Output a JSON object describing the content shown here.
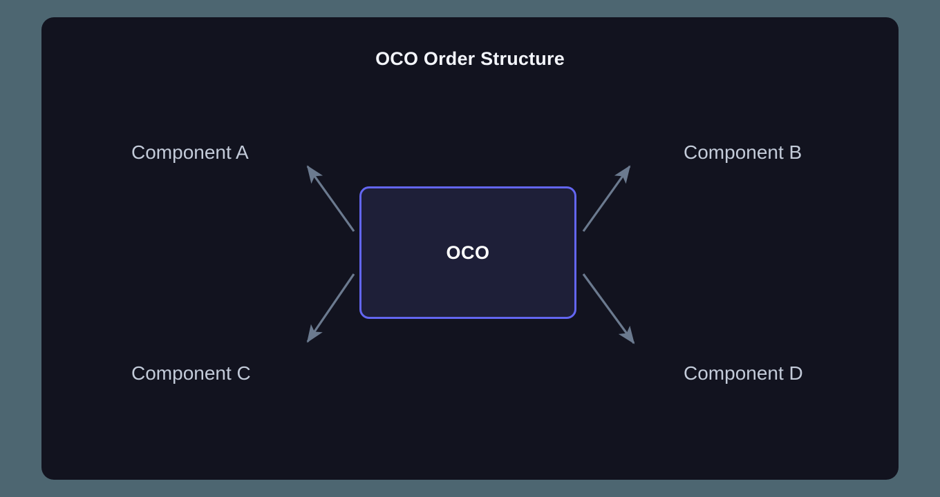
{
  "page": {
    "background_color": "#4d6671",
    "card_background_color": "#12131f"
  },
  "diagram": {
    "title": "OCO Order Structure",
    "type": "node-link-diagram",
    "center_node": {
      "label": "OCO",
      "border_color": "#6366f1",
      "fill_color": "#1e1f38",
      "text_color": "#ffffff"
    },
    "nodes": [
      {
        "id": "component-a",
        "label": "Component A",
        "position": "top-left",
        "text_color": "#c3cbd9"
      },
      {
        "id": "component-b",
        "label": "Component B",
        "position": "top-right",
        "text_color": "#c3cbd9"
      },
      {
        "id": "component-c",
        "label": "Component C",
        "position": "bottom-left",
        "text_color": "#c3cbd9"
      },
      {
        "id": "component-d",
        "label": "Component D",
        "position": "bottom-right",
        "text_color": "#c3cbd9"
      }
    ],
    "edges": [
      {
        "from": "OCO",
        "to": "Component A",
        "direction": "up-left",
        "color": "#6b7a8f"
      },
      {
        "from": "OCO",
        "to": "Component B",
        "direction": "up-right",
        "color": "#6b7a8f"
      },
      {
        "from": "OCO",
        "to": "Component C",
        "direction": "down-left",
        "color": "#6b7a8f"
      },
      {
        "from": "OCO",
        "to": "Component D",
        "direction": "down-right",
        "color": "#6b7a8f"
      }
    ]
  }
}
